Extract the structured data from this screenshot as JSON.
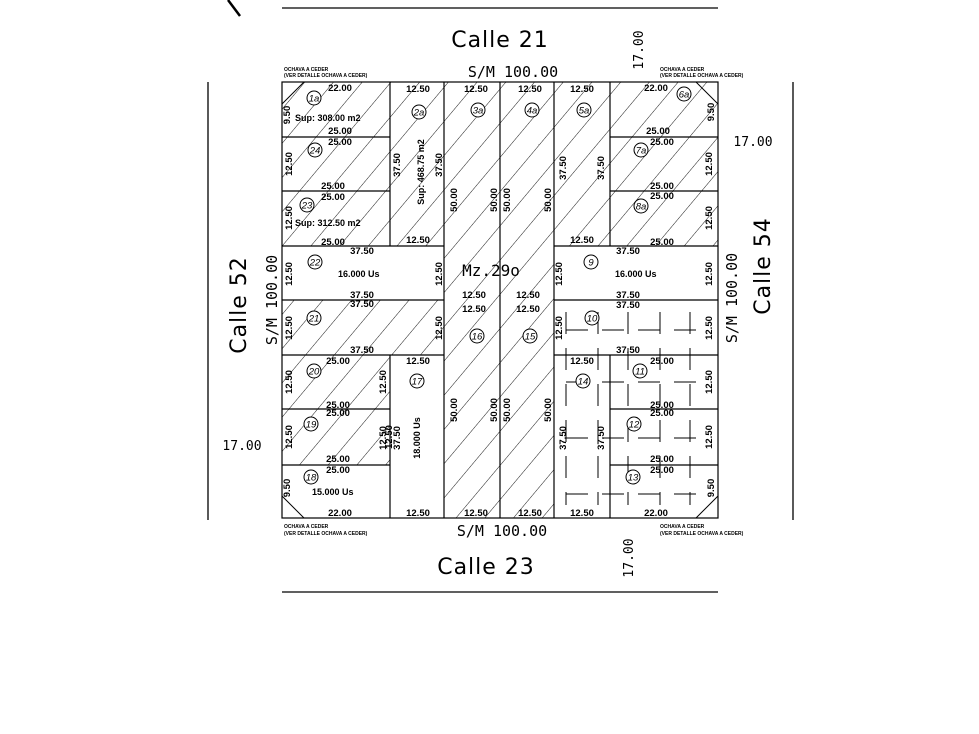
{
  "streets": {
    "north": "Calle 21",
    "south": "Calle 23",
    "west": "Calle 52",
    "east": "Calle 54"
  },
  "frontages": {
    "north": "S/M 100.00",
    "south": "S/M 100.00",
    "west": "S/M 100.00",
    "east": "S/M 100.00"
  },
  "street_widths": {
    "top_right": "17.00",
    "bottom_right": "17.00",
    "left": "17.00",
    "right": "17.00"
  },
  "block_label": "Mz.29o",
  "corner_notes": {
    "line1": "OCHAVA A CEDER",
    "line2": "(VER DETALLE OCHAVA A CEDER)"
  },
  "lots": [
    "1a",
    "2a",
    "3a",
    "4a",
    "5a",
    "6a",
    "7a",
    "8a",
    "9",
    "10",
    "11",
    "12",
    "13",
    "14",
    "15",
    "16",
    "17",
    "18",
    "19",
    "20",
    "21",
    "22",
    "23",
    "24"
  ],
  "areas": {
    "lot1": "Sup: 308.00 m2",
    "lot23": "Sup: 312.50 m2",
    "lot2": "Sup: 468.75 m2",
    "lot22": "16.000 Us",
    "lot9": "16.000 Us",
    "lot17": "18.000 Us",
    "lot18": "15.000 Us"
  },
  "dims": {
    "d22": "22.00",
    "d25": "25.00",
    "d1250": "12.50",
    "d3750": "37.50",
    "d5000": "50.00",
    "d950": "9.50"
  }
}
